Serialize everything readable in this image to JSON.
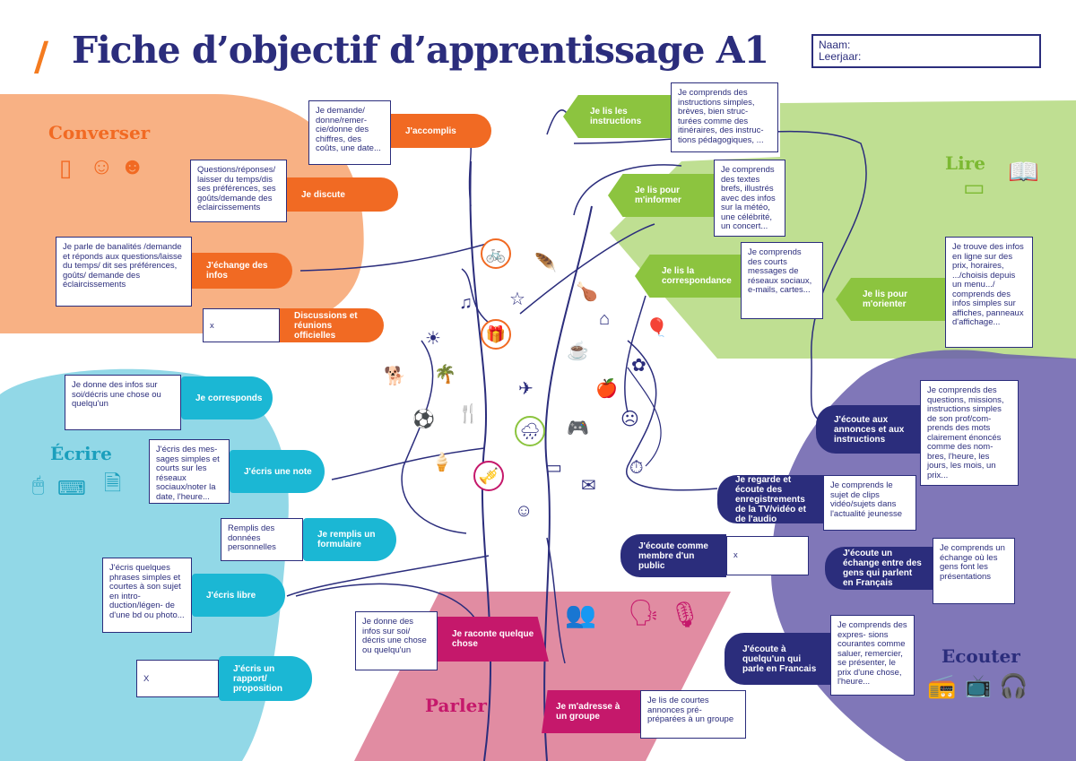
{
  "header": {
    "slash": "/",
    "title": "Fiche d’objectif d’apprentissage  A1",
    "naam": "Naam:",
    "leerjaar": "Leerjaar:"
  },
  "converser": {
    "title": "Converser",
    "color": "#f16a23",
    "items": [
      {
        "label": "J'accomplis",
        "box": "Je demande/ donne/remer- cie/donne des chiffres, des coûts, une date..."
      },
      {
        "label": "Je discute",
        "box": "Questions/réponses/ laisser du temps/dis ses préférences, ses goûts/demande des éclaircissements"
      },
      {
        "label": "J'échange des infos",
        "box": "Je parle de banalités /demande et réponds aux questions/laisse du temps/ dit ses préférences, goûts/ demande des éclaircissements"
      },
      {
        "label": "Discussions et réunions officielles",
        "box": "x"
      }
    ]
  },
  "ecrire": {
    "title": "Écrire",
    "color": "#1bb7d4",
    "items": [
      {
        "label": "Je corresponds",
        "box": "Je donne des infos sur soi/décris une chose ou quelqu'un"
      },
      {
        "label": "J'écris une note",
        "box": "J'écris des mes- sages simples et courts sur les réseaux sociaux/noter la date, l'heure..."
      },
      {
        "label": "Je remplis un formulaire",
        "box": "Remplis des données personnelles"
      },
      {
        "label": "J'écris libre",
        "box": "J'écris quelques phrases simples et courtes à son sujet en intro- duction/légen- de d'une bd ou photo..."
      },
      {
        "label": "J'écris un rapport/ proposition",
        "box": "X"
      }
    ]
  },
  "lire": {
    "title": "Lire",
    "color": "#8cc43f",
    "items": [
      {
        "label": "Je lis les instructions",
        "box": "Je comprends des instructions simples, brèves, bien struc- turées comme des itinéraires, des instruc- tions pédagogiques, ..."
      },
      {
        "label": "Je lis pour m'informer",
        "box": "Je comprends des textes brefs, illustrés avec des infos sur la météo, une célébrité, un concert..."
      },
      {
        "label": "Je lis la correspondance",
        "box": "Je comprends des courts messages de réseaux sociaux, e-mails, cartes..."
      },
      {
        "label": "Je lis pour m'orienter",
        "box": "Je trouve des infos en ligne sur des prix, horaires, .../choisis depuis un menu.../ comprends des infos simples sur affiches, panneaux d'affichage..."
      }
    ]
  },
  "ecouter": {
    "title": "Ecouter",
    "color": "#2b2d7c",
    "items": [
      {
        "label": "J'écoute aux annonces et aux instructions",
        "box": "Je comprends des questions, missions, instructions simples de son prof/com- prends des mots clairement énoncés comme des nom- bres, l'heure, les jours, les mois, un prix..."
      },
      {
        "label": "Je regarde et écoute des enregistrements de la TV/vidéo et de l'audio",
        "box": "Je comprends le sujet de clips vidéo/sujets dans l'actualité jeunesse"
      },
      {
        "label": "J'écoute comme membre d'un public",
        "box": "x"
      },
      {
        "label": "J'écoute un échange entre des gens qui parlent en Français",
        "box": "Je comprends un échange où les gens font les présentations"
      },
      {
        "label": "J'écoute à quelqu'un qui parle en Francais",
        "box": "Je comprends des expres- sions courantes comme saluer, remercier, se présenter, le prix d'une chose, l'heure..."
      }
    ]
  },
  "parler": {
    "title": "Parler",
    "color": "#c5186b",
    "items": [
      {
        "label": "Je raconte quelque chose",
        "box": "Je donne des infos sur soi/ décris une chose ou quelqu'un"
      },
      {
        "label": "Je m'adresse à un groupe",
        "box": "Je lis de courtes annonces pré- préparées à un groupe"
      }
    ]
  },
  "icons": [
    "phone-icon",
    "person-icon",
    "girl-icon",
    "bike-icon",
    "feather-icon",
    "music-icon",
    "star-icon",
    "gift-icon",
    "sun-icon",
    "dog-icon",
    "palm-icon",
    "ball-icon",
    "cutlery-icon",
    "icecream-icon",
    "trumpet-icon",
    "smile-icon",
    "plane-icon",
    "mug-icon",
    "house-icon",
    "balloon-icon",
    "flower-icon",
    "apple-icon",
    "sad-icon",
    "cloud-icon",
    "gamepad-icon",
    "bread-icon",
    "stopwatch-icon",
    "mail-icon",
    "book-icon",
    "devices-icon",
    "mouse-icon",
    "keyboard-icon",
    "document-icon",
    "radio-icon",
    "tv-icon",
    "headphones-icon",
    "crowd-icon",
    "speaker-icon",
    "microphone-icon"
  ]
}
